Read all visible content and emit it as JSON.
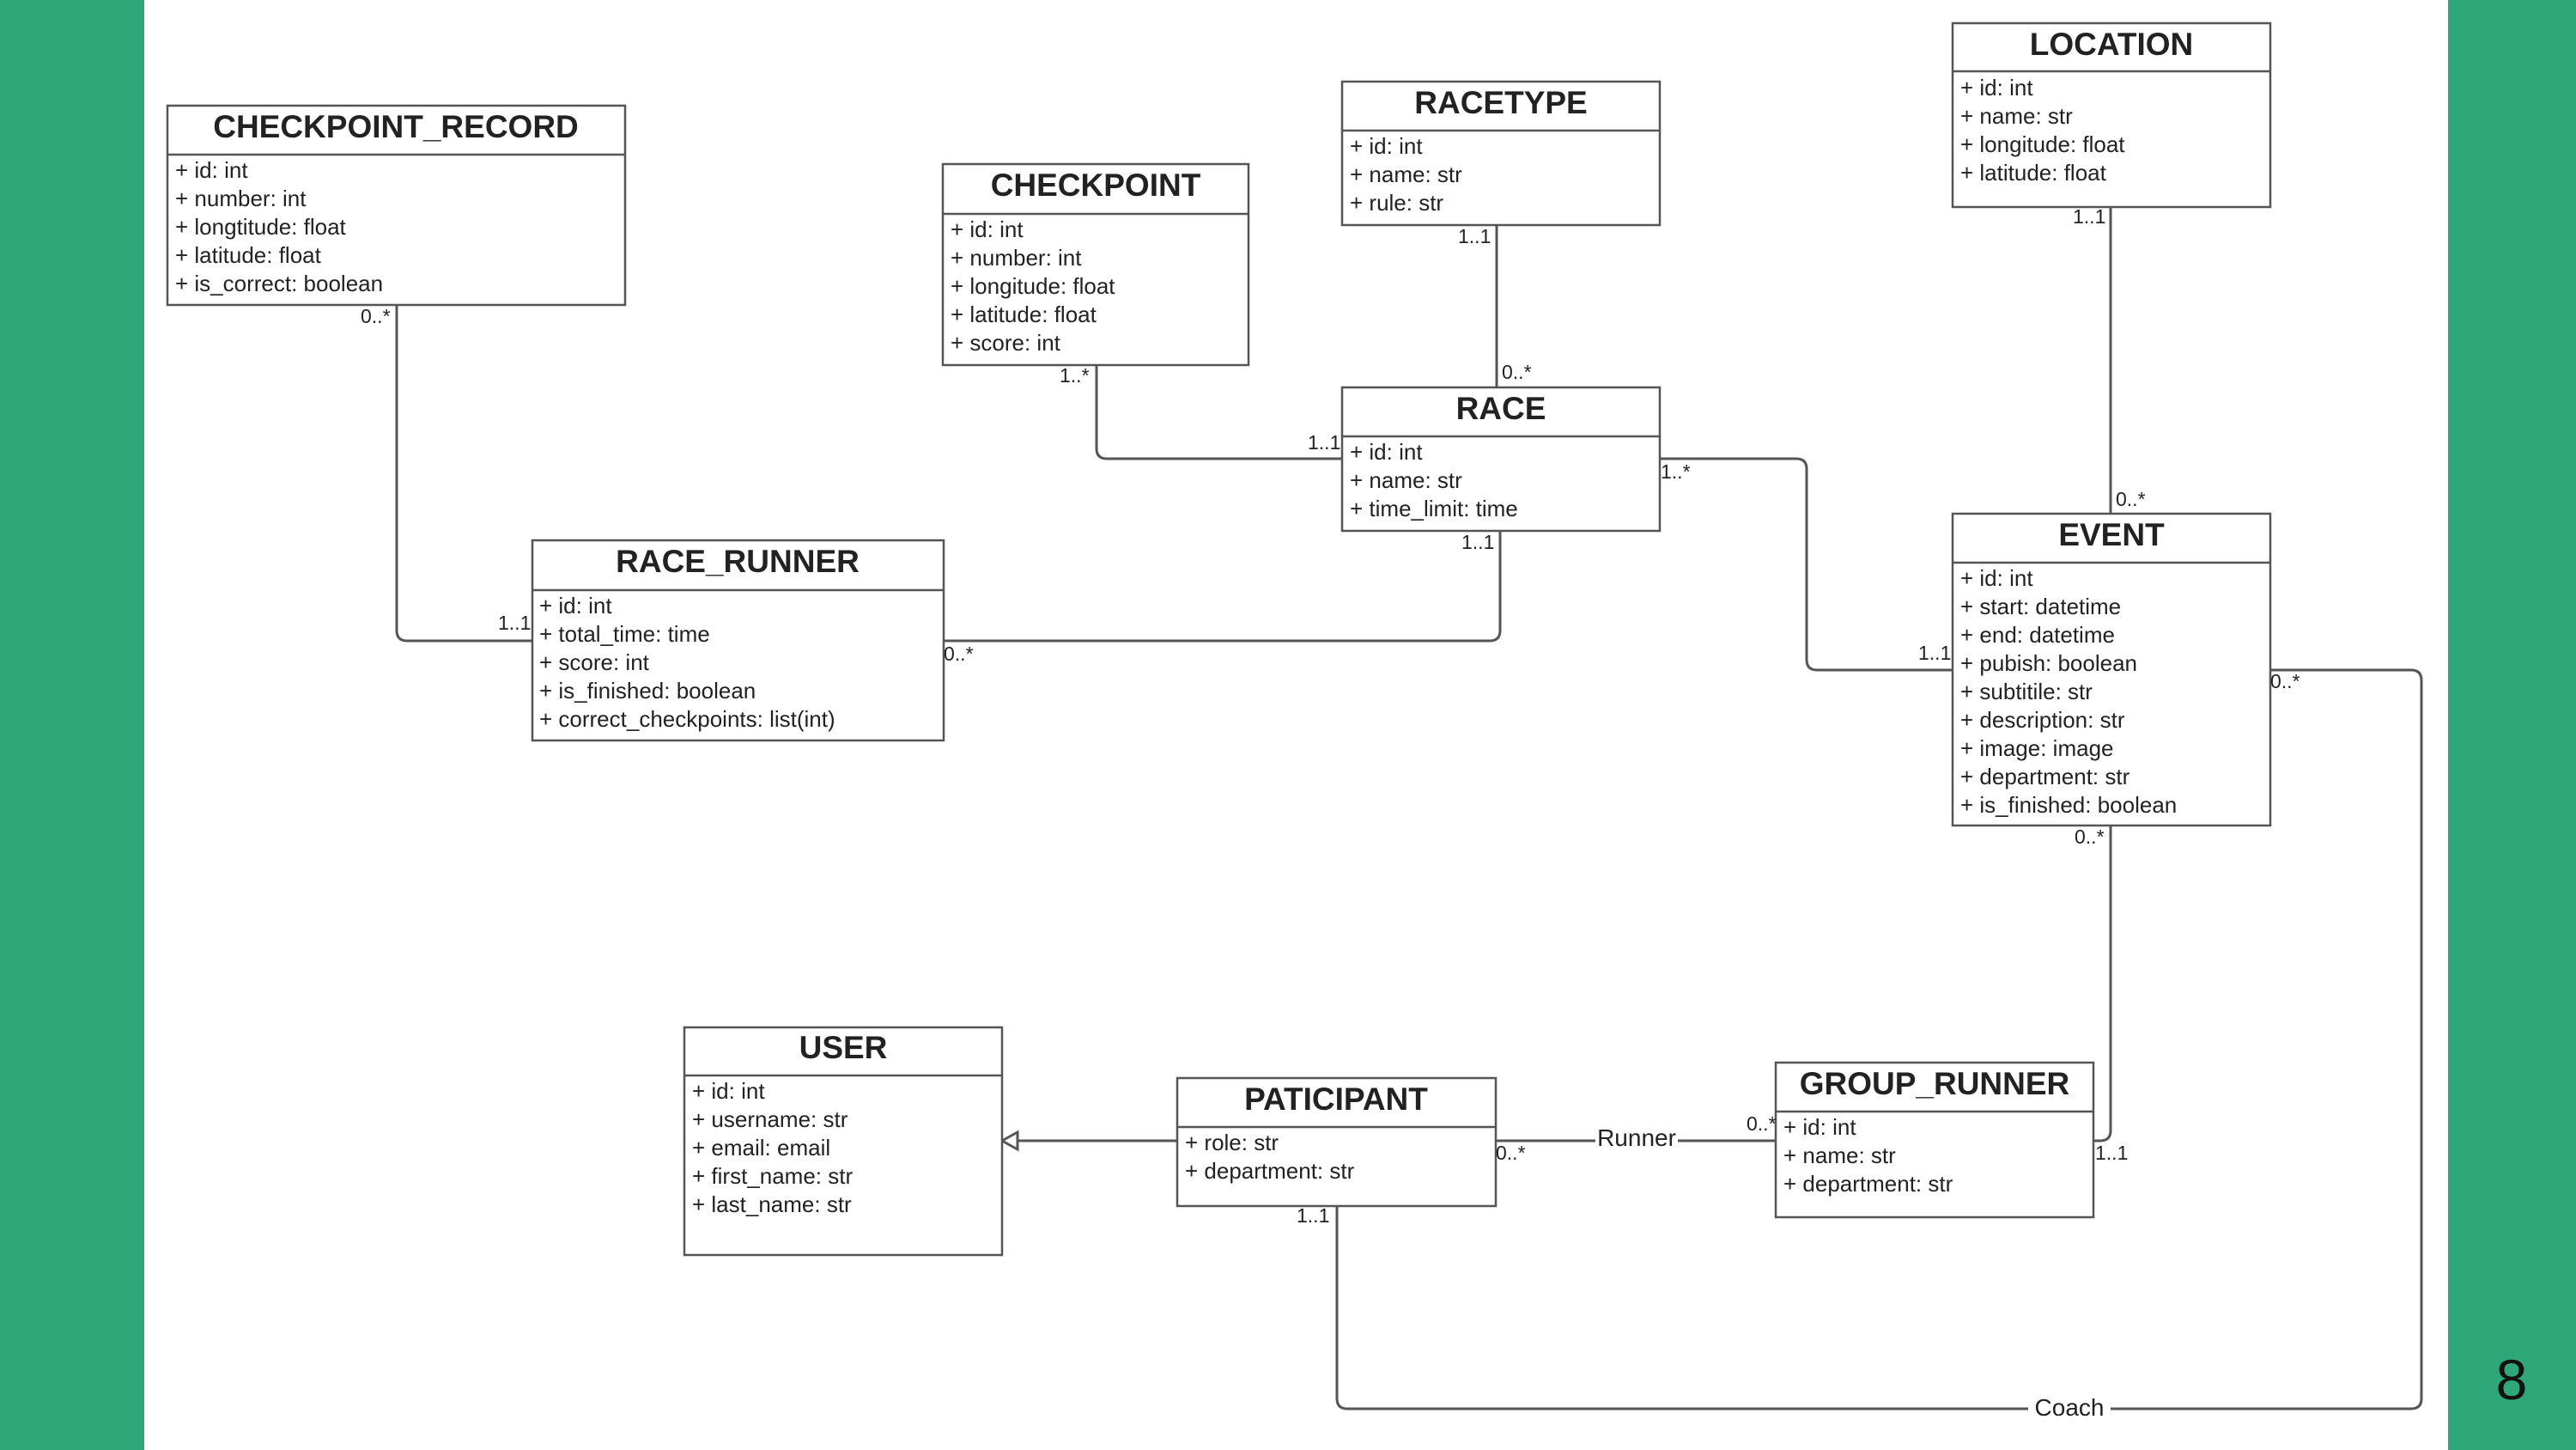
{
  "page_number": "8",
  "classes": {
    "checkpoint_record": {
      "name": "CHECKPOINT_RECORD",
      "attributes": [
        "+ id: int",
        "+ number: int",
        "+ longtitude: float",
        "+ latitude: float",
        "+ is_correct: boolean"
      ]
    },
    "checkpoint": {
      "name": "CHECKPOINT",
      "attributes": [
        "+ id: int",
        "+ number: int",
        "+ longitude: float",
        "+ latitude: float",
        "+ score: int"
      ]
    },
    "racetype": {
      "name": "RACETYPE",
      "attributes": [
        "+ id: int",
        "+ name: str",
        "+ rule: str"
      ]
    },
    "location": {
      "name": "LOCATION",
      "attributes": [
        "+ id: int",
        "+ name: str",
        "+ longitude: float",
        "+ latitude: float"
      ]
    },
    "race": {
      "name": "RACE",
      "attributes": [
        "+ id: int",
        "+ name: str",
        "+ time_limit: time"
      ]
    },
    "race_runner": {
      "name": "RACE_RUNNER",
      "attributes": [
        "+ id: int",
        "+ total_time: time",
        "+ score: int",
        "+ is_finished: boolean",
        "+ correct_checkpoints: list(int)"
      ]
    },
    "event": {
      "name": "EVENT",
      "attributes": [
        "+ id: int",
        "+ start: datetime",
        "+ end: datetime",
        "+ pubish: boolean",
        "+ subtitile: str",
        "+ description: str",
        "+ image: image",
        "+ department: str",
        "+ is_finished: boolean"
      ]
    },
    "user": {
      "name": "USER",
      "attributes": [
        "+ id: int",
        "+ username: str",
        "+ email: email",
        "+ first_name: str",
        "+ last_name: str"
      ]
    },
    "paticipant": {
      "name": "PATICIPANT",
      "attributes": [
        "+ role: str",
        "+ department: str"
      ]
    },
    "group_runner": {
      "name": "GROUP_RUNNER",
      "attributes": [
        "+ id: int",
        "+ name: str",
        "+ department: str"
      ]
    }
  },
  "multiplicities": {
    "cr_bottom": "0..*",
    "rr_left": "1..1",
    "cp_bottom": "1..*",
    "race_left": "1..1",
    "rt_bottom": "1..1",
    "race_top": "0..*",
    "race_bottom": "1..1",
    "rr_right": "0..*",
    "race_right": "1..*",
    "event_left": "1..1",
    "loc_bottom": "1..1",
    "event_top": "0..*",
    "event_right": "0..*",
    "event_bottom": "0..*",
    "gr_right": "1..1",
    "pat_right": "0..*",
    "gr_left": "0..*",
    "pat_bottom": "1..1"
  },
  "associations": {
    "runner": "Runner",
    "coach": "Coach"
  },
  "colors": {
    "band": "#2ea879",
    "stroke": "#555555"
  }
}
